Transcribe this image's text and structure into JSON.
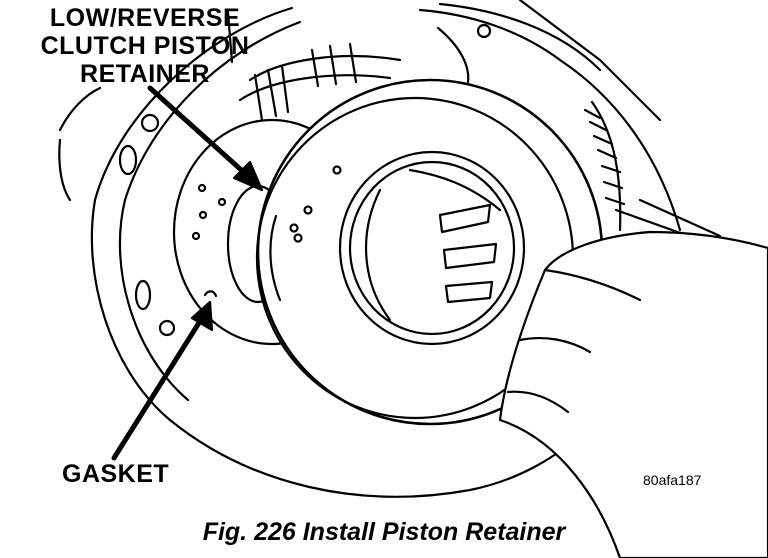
{
  "labels": {
    "retainer_line1": "LOW/REVERSE",
    "retainer_line2": "CLUTCH PISTON",
    "retainer_line3": "RETAINER",
    "gasket": "GASKET"
  },
  "figure_code": "80afa187",
  "caption": "Fig. 226 Install Piston Retainer"
}
